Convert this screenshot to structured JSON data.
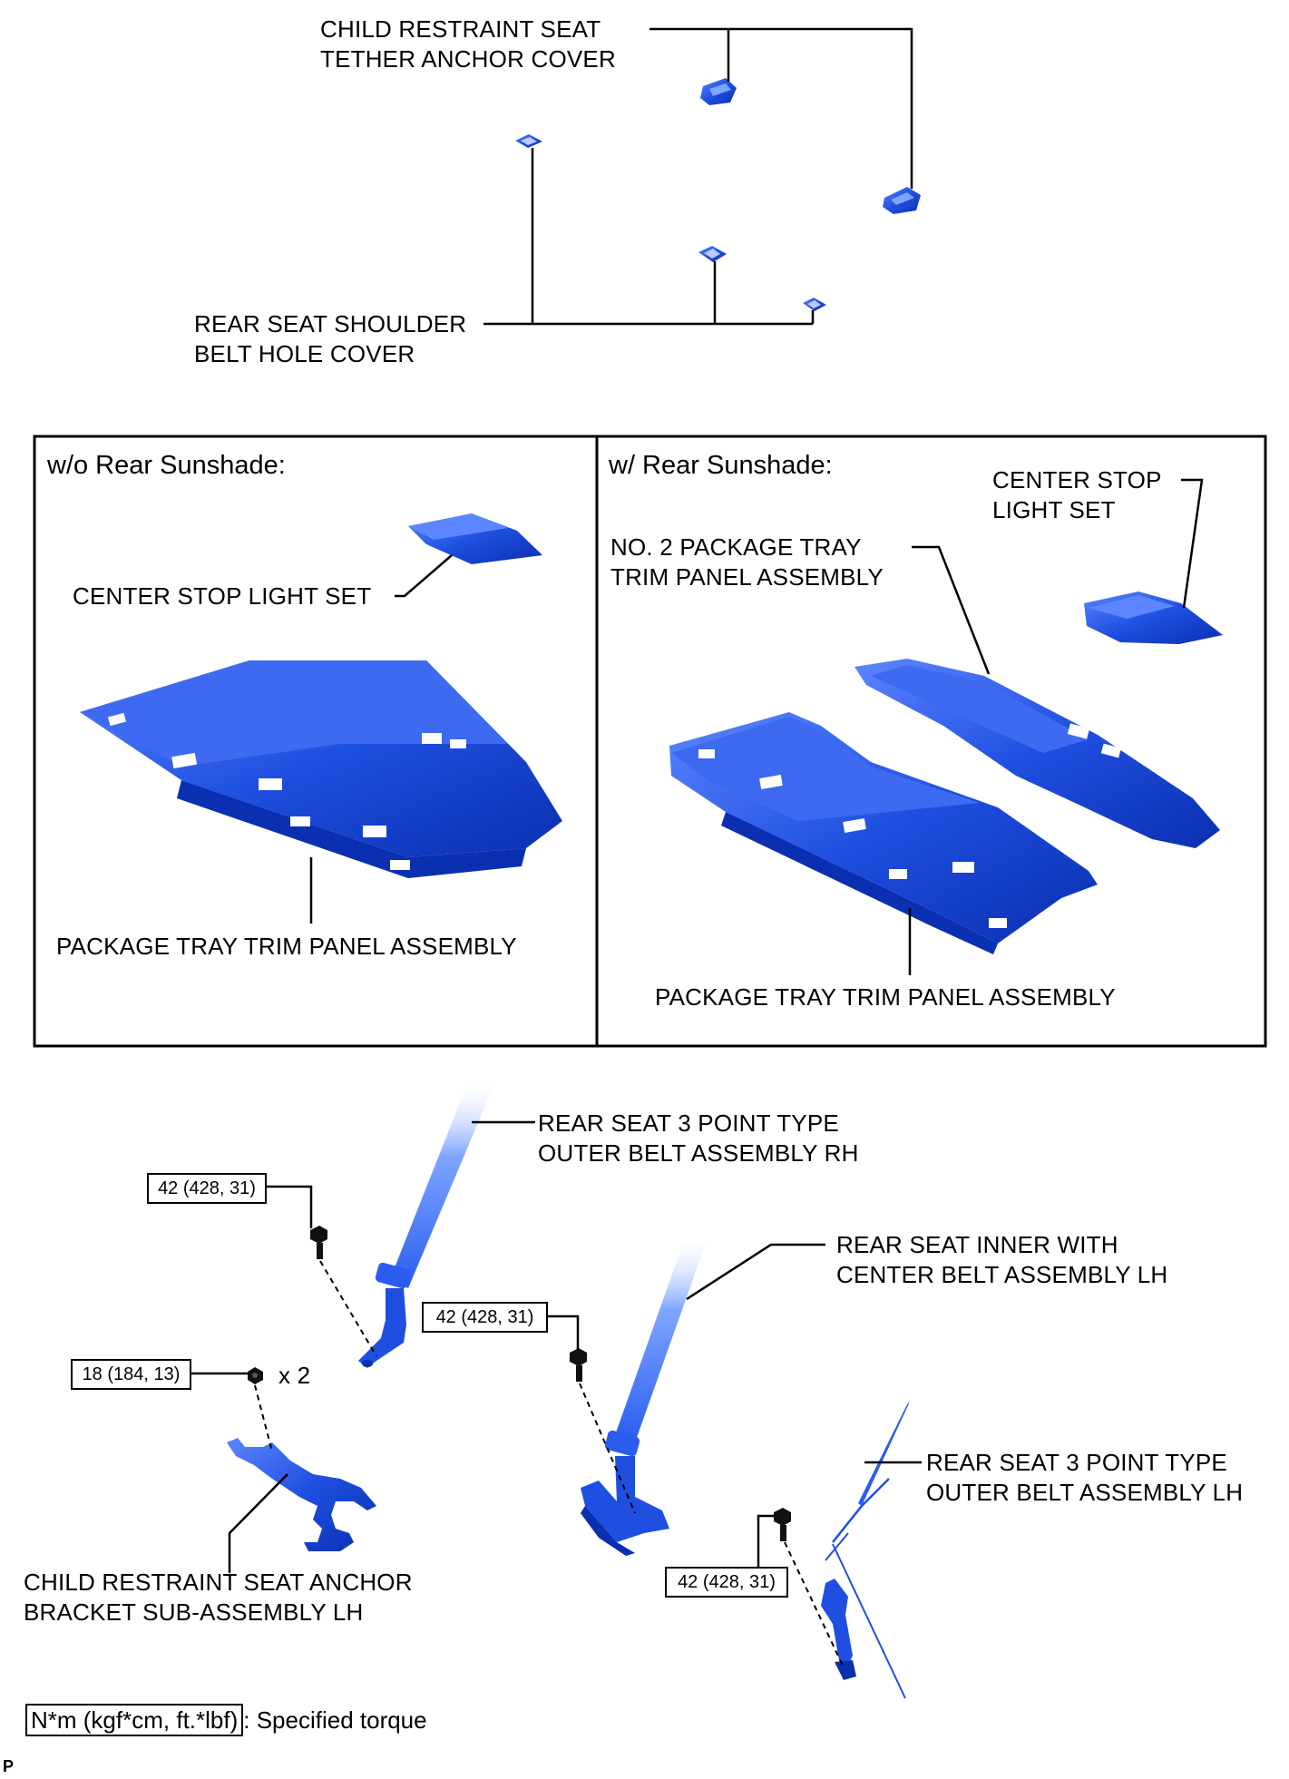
{
  "labels": {
    "tether_cover": [
      "CHILD RESTRAINT SEAT",
      "TETHER ANCHOR COVER"
    ],
    "shoulder_cover": [
      "REAR SEAT SHOULDER",
      "BELT HOLE COVER"
    ],
    "csl_left": "CENTER STOP LIGHT SET",
    "tray_left": "PACKAGE TRAY TRIM PANEL ASSEMBLY",
    "csl_right": [
      "CENTER STOP",
      "LIGHT SET"
    ],
    "no2_tray": [
      "NO. 2 PACKAGE TRAY",
      "TRIM PANEL ASSEMBLY"
    ],
    "tray_right": "PACKAGE TRAY TRIM PANEL ASSEMBLY",
    "belt_rh": [
      "REAR SEAT 3 POINT TYPE",
      "OUTER BELT ASSEMBLY RH"
    ],
    "belt_center": [
      "REAR SEAT INNER WITH",
      "CENTER BELT ASSEMBLY LH"
    ],
    "belt_lh": [
      "REAR SEAT 3 POINT TYPE",
      "OUTER BELT ASSEMBLY LH"
    ],
    "anchor_bracket": [
      "CHILD RESTRAINT SEAT ANCHOR",
      "BRACKET SUB-ASSEMBLY LH"
    ]
  },
  "panels": {
    "left_heading": "w/o Rear Sunshade:",
    "right_heading": "w/ Rear Sunshade:"
  },
  "torques": {
    "belt_rh": "42 (428, 31)",
    "bracket": "18 (184, 13)",
    "belt_center": "42 (428, 31)",
    "belt_lh": "42 (428, 31)"
  },
  "qty_marker": "x 2",
  "legend": {
    "unit": "N*m (kgf*cm, ft.*lbf)",
    "description": ": Specified torque"
  },
  "corner_mark": "P",
  "colors": {
    "part_blue": "#1f4fe0",
    "part_blue_dark": "#0a2fb0",
    "part_blue_light": "#5c86ff"
  }
}
